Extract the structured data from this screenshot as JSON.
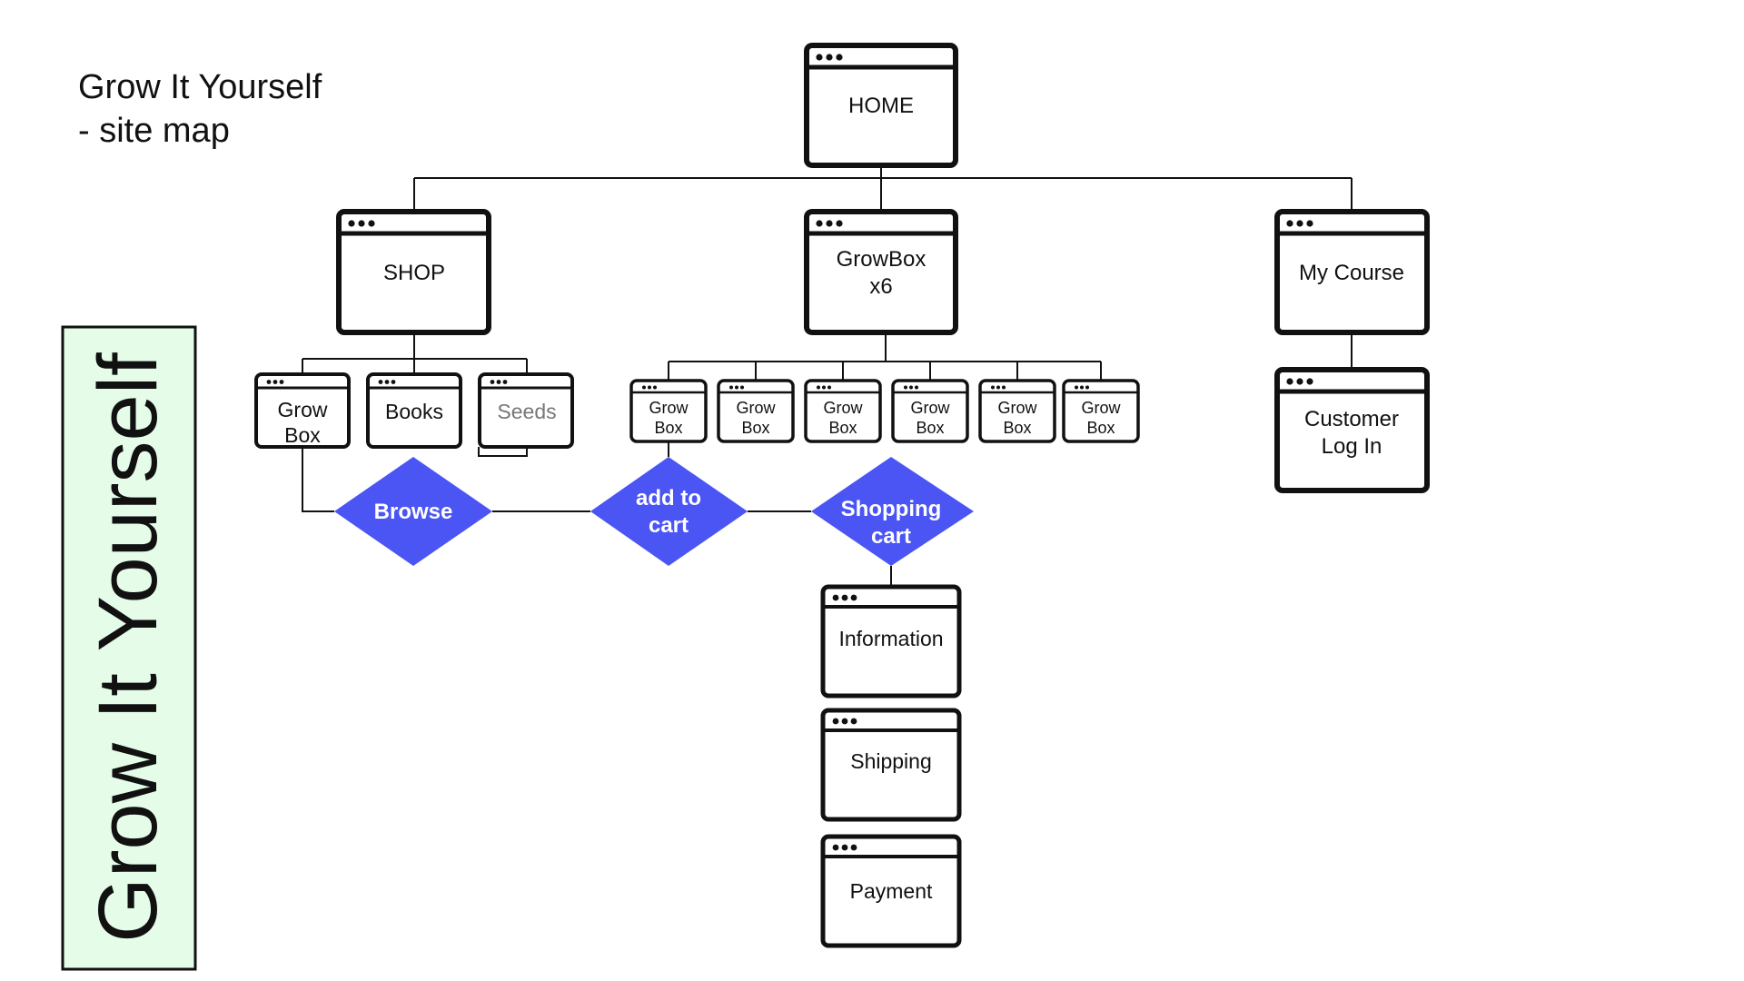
{
  "title": {
    "line1": "Grow It Yourself",
    "line2": "- site map"
  },
  "banner": {
    "text": "Grow It Yourself",
    "background_color": "#E5FDE8"
  },
  "colors": {
    "decision_fill": "#4B55F4",
    "outline": "#111111"
  },
  "pages": {
    "home": {
      "label": "HOME"
    },
    "shop": {
      "label": "SHOP"
    },
    "growbox": {
      "label_line1": "GrowBox",
      "label_line2": "x6"
    },
    "my_course": {
      "label": "My Course"
    },
    "customer_login": {
      "label_line1": "Customer",
      "label_line2": "Log In"
    },
    "shop_grow_box": {
      "label_line1": "Grow",
      "label_line2": "Box"
    },
    "books": {
      "label": "Books"
    },
    "seeds": {
      "label": "Seeds"
    },
    "growbox_items": [
      {
        "line1": "Grow",
        "line2": "Box"
      },
      {
        "line1": "Grow",
        "line2": "Box"
      },
      {
        "line1": "Grow",
        "line2": "Box"
      },
      {
        "line1": "Grow",
        "line2": "Box"
      },
      {
        "line1": "Grow",
        "line2": "Box"
      },
      {
        "line1": "Grow",
        "line2": "Box"
      }
    ],
    "information": {
      "label": "Information"
    },
    "shipping": {
      "label": "Shipping"
    },
    "payment": {
      "label": "Payment"
    }
  },
  "decisions": {
    "browse": {
      "label": "Browse"
    },
    "add_to_cart": {
      "line1": "add to",
      "line2": "cart"
    },
    "shopping_cart": {
      "line1": "Shopping",
      "line2": "cart"
    }
  }
}
